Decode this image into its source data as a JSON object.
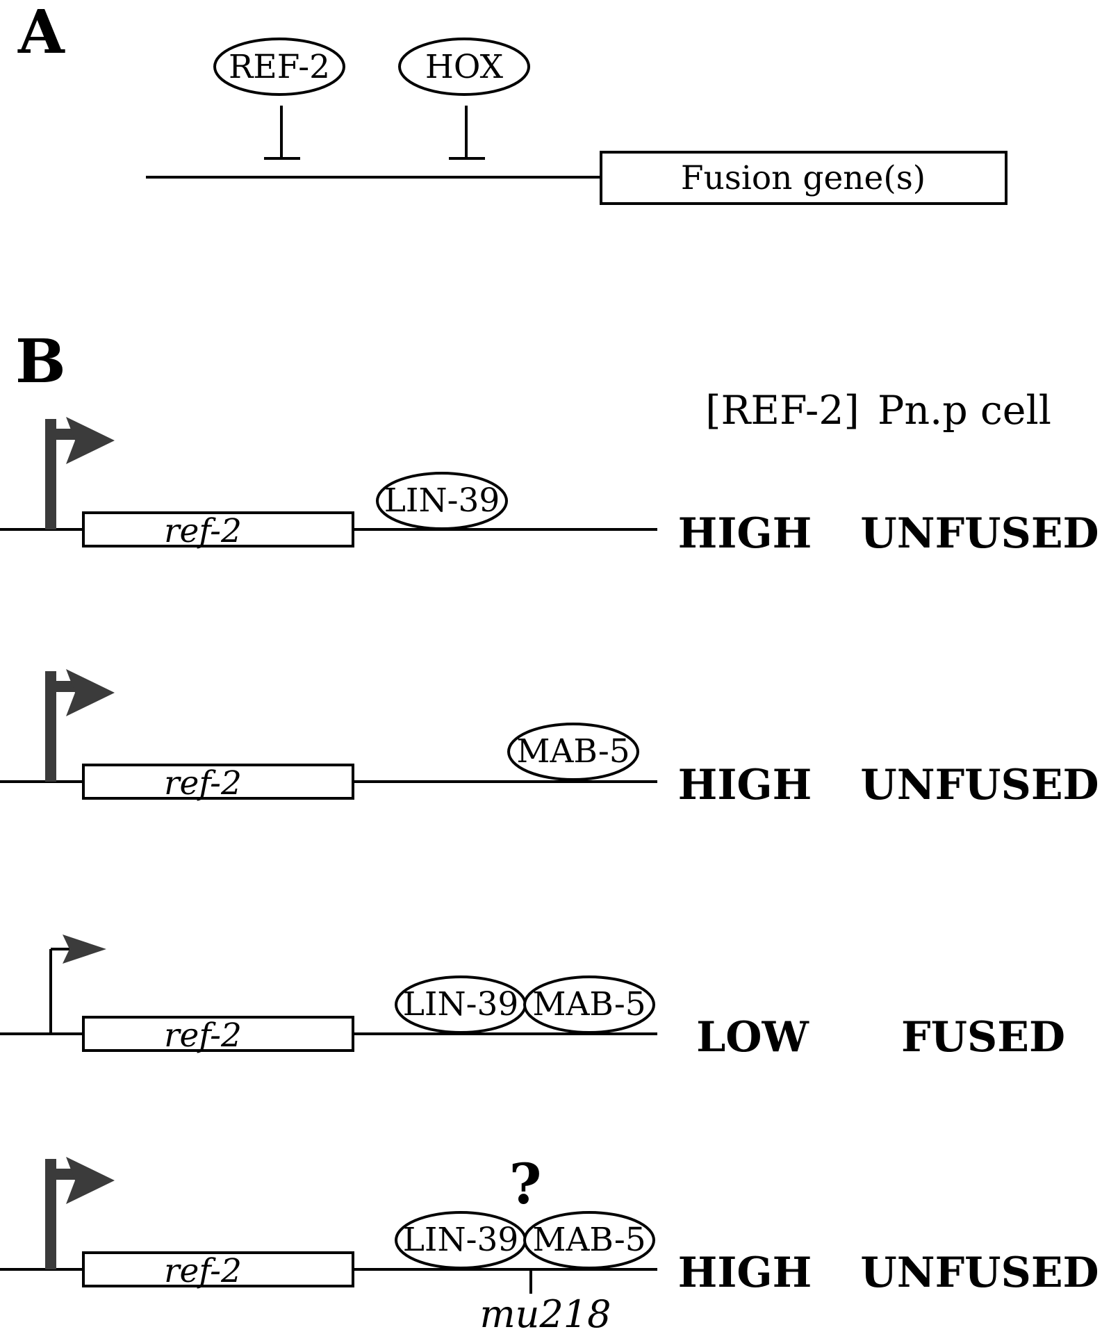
{
  "panel_a": {
    "label": "A",
    "regulators": [
      "REF-2",
      "HOX"
    ],
    "target_gene": "Fusion gene(s)"
  },
  "panel_b": {
    "label": "B",
    "header_level": "[REF-2]",
    "header_cell": "Pn.p cell",
    "gene_label": "ref-2",
    "rows": [
      {
        "factors": [
          "LIN-39"
        ],
        "level": "HIGH",
        "cell": "UNFUSED"
      },
      {
        "factors": [
          "MAB-5"
        ],
        "level": "HIGH",
        "cell": "UNFUSED"
      },
      {
        "factors": [
          "LIN-39",
          "MAB-5"
        ],
        "level": "LOW",
        "cell": "FUSED"
      },
      {
        "factors": [
          "LIN-39",
          "MAB-5"
        ],
        "level": "HIGH",
        "cell": "UNFUSED",
        "query": "?",
        "mutation": "mu218"
      }
    ]
  }
}
